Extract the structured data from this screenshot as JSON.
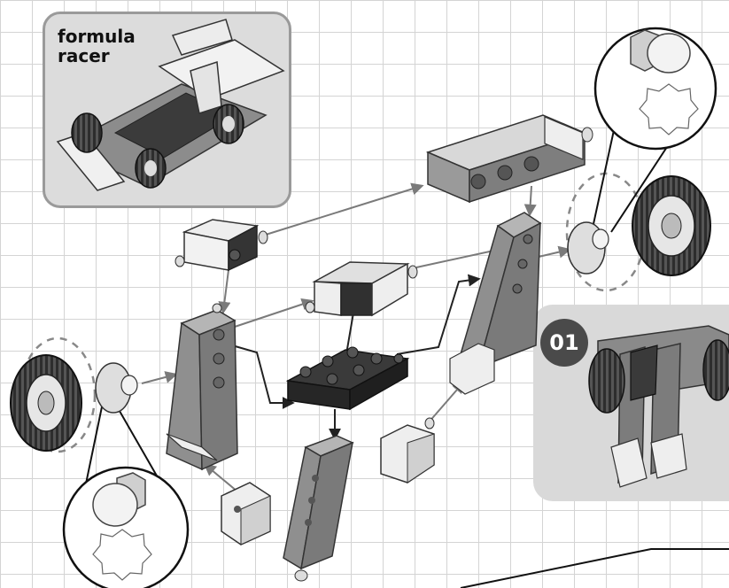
{
  "title": {
    "line1": "formula",
    "line2": "racer"
  },
  "step_badge": "01",
  "colors": {
    "grid": "#d4d4d4",
    "panel": "#dcdcdc",
    "panel_border": "#9a9a9a",
    "brick_gray": "#8f8f8f",
    "brick_dark": "#303030",
    "brick_white": "#eeeeee",
    "arrow": "#7a7a7a",
    "badge": "#4a4a4a"
  },
  "icons": [
    "car-model-image",
    "wheel-icon",
    "hub-icon",
    "zoom-callout-icon",
    "assembly-arrow-icon"
  ]
}
